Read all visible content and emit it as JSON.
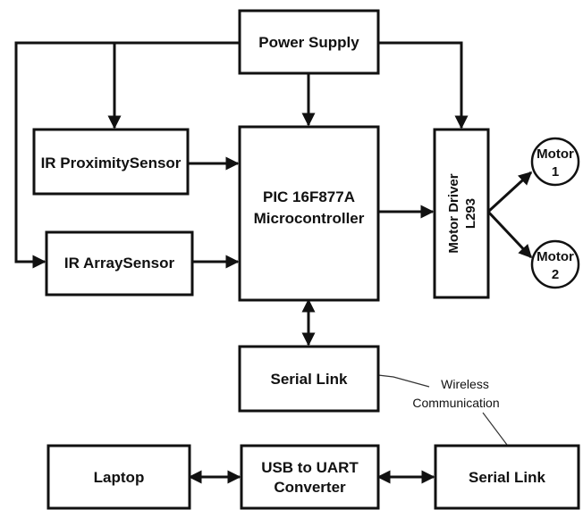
{
  "blocks": {
    "power_supply": "Power Supply",
    "ir_proximity": "IR ProximitySensor",
    "ir_array": "IR ArraySensor",
    "mcu_line1": "PIC 16F877A",
    "mcu_line2": "Microcontroller",
    "driver_line1": "Motor Driver",
    "driver_line2": "L293",
    "motor1_line1": "Motor",
    "motor1_line2": "1",
    "motor2_line1": "Motor",
    "motor2_line2": "2",
    "serial_link_top": "Serial Link",
    "laptop": "Laptop",
    "usb_uart_line1": "USB to UART",
    "usb_uart_line2": "Converter",
    "serial_link_bottom": "Serial Link"
  },
  "annotations": {
    "wireless_line1": "Wireless",
    "wireless_line2": "Communication"
  },
  "colors": {
    "stroke": "#111111",
    "background": "#ffffff"
  }
}
